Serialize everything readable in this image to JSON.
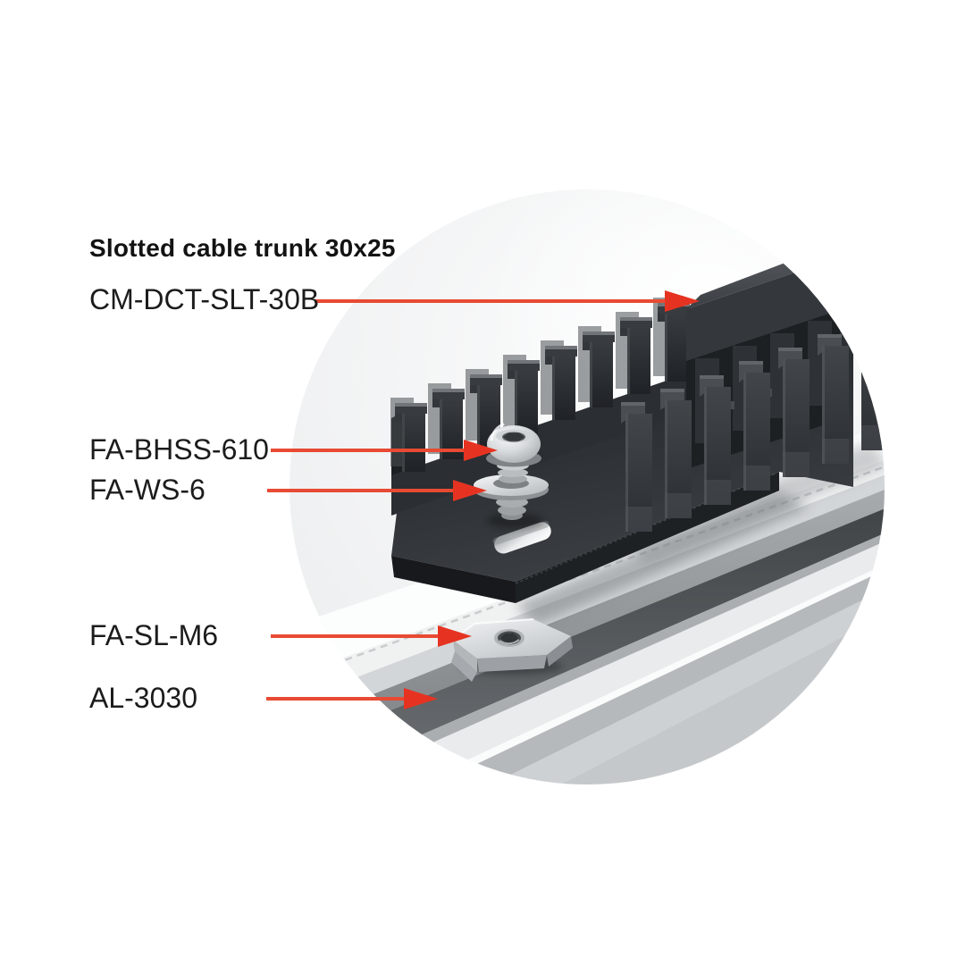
{
  "title": "Slotted cable trunk 30x25",
  "labels": {
    "trunk": "CM-DCT-SLT-30B",
    "screw": "FA-BHSS-610",
    "washer": "FA-WS-6",
    "tnut": "FA-SL-M6",
    "profile": "AL-3030"
  },
  "colors": {
    "arrow": "#e63321",
    "leader_line": "#e84a33",
    "trunk_black": "#2b2f33",
    "metal_silver": "#cdd1d3",
    "circle_background": "#eef0f1"
  }
}
